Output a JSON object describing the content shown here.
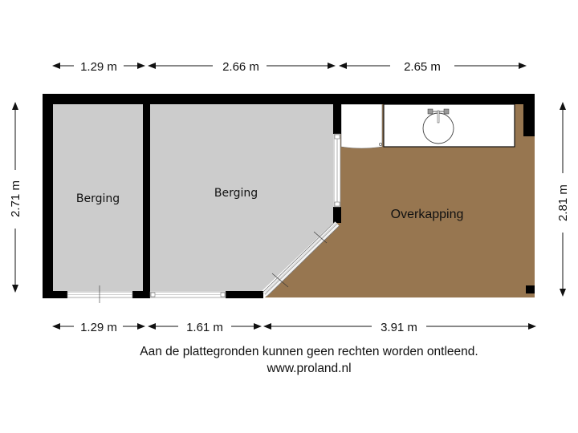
{
  "colors": {
    "wall": "#000000",
    "storage_floor": "#cccccc",
    "covered_area_floor": "#977650",
    "fixture": "#ffffff",
    "dimension_line": "#111111"
  },
  "dimensions": {
    "top": [
      {
        "label": "1.29 m"
      },
      {
        "label": "2.66 m"
      },
      {
        "label": "2.65 m"
      }
    ],
    "bottom": [
      {
        "label": "1.29 m"
      },
      {
        "label": "1.61 m"
      },
      {
        "label": "3.91 m"
      }
    ],
    "left": {
      "label": "2.71 m"
    },
    "right": {
      "label": "2.81 m"
    }
  },
  "rooms": [
    {
      "name": "Berging"
    },
    {
      "name": "Berging"
    },
    {
      "name": "Overkapping"
    }
  ],
  "fixtures": {
    "sink": "sink-icon",
    "cabinet": "cabinet"
  },
  "footer": {
    "disclaimer": "Aan de plattegronden kunnen geen rechten worden ontleend.",
    "website": "www.proland.nl"
  }
}
